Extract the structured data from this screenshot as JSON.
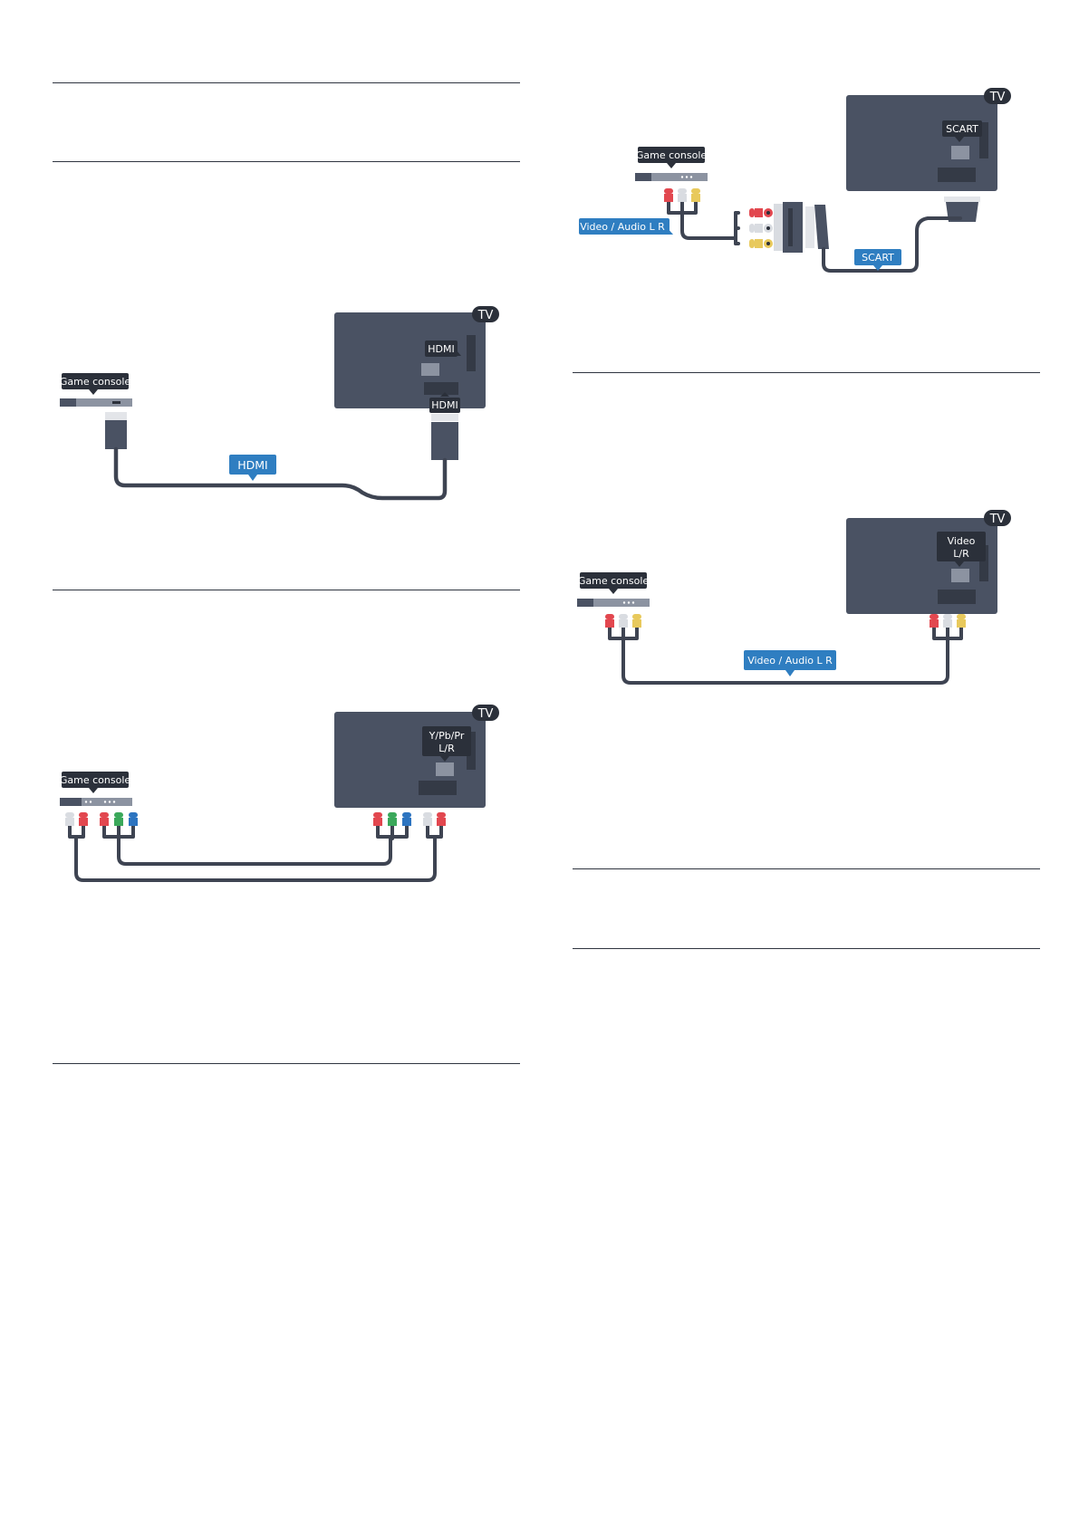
{
  "colors": {
    "tv_body": "#4a5263",
    "dark": "#2b303a",
    "cable": "#3e4452",
    "blue_label": "#2f7ec1",
    "red": "#e2474f",
    "white_plug": "#d9dce1",
    "yellow": "#e8c95c",
    "green": "#3aa85a",
    "blue_plug": "#2c74c0",
    "rule": "#2f3540"
  },
  "diagrams": {
    "hdmi": {
      "tv_badge": "TV",
      "tv_port_label": "HDMI",
      "tv_plug_label": "HDMI",
      "device_label": "Game console",
      "cable_label": "HDMI"
    },
    "component": {
      "tv_badge": "TV",
      "tv_port_label_line1": "Y/Pb/Pr",
      "tv_port_label_line2": "L/R",
      "device_label": "Game console"
    },
    "scart": {
      "tv_badge": "TV",
      "tv_port_label": "SCART",
      "device_label": "Game console",
      "composite_label": "Video / Audio L R",
      "cable_label": "SCART"
    },
    "composite": {
      "tv_badge": "TV",
      "tv_port_label_line1": "Video",
      "tv_port_label_line2": "L/R",
      "device_label": "Game console",
      "cable_label": "Video / Audio L R"
    }
  }
}
